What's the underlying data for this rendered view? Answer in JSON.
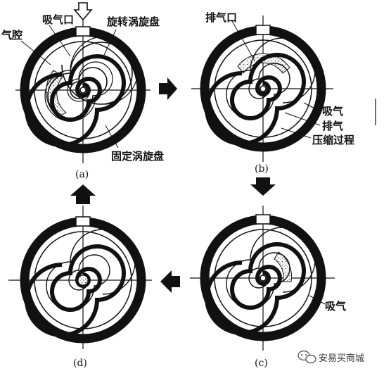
{
  "labels": {
    "inlet": "吸气口",
    "chamber": "气腔",
    "orbiting_scroll": "旋转涡旋盘",
    "fixed_scroll": "固定涡旋盘",
    "outlet": "排气口",
    "suction_b": "吸气",
    "discharge": "排气",
    "compression": "压缩过程",
    "suction_c": "吸气"
  },
  "captions": {
    "a": "(a)",
    "b": "(b)",
    "c": "(c)",
    "d": "(d)"
  },
  "watermark": "安易买商城",
  "icons": {
    "inlet_arrow": "down-arrow-icon",
    "flow_right": "right-arrow-icon",
    "flow_down": "down-arrow-icon",
    "flow_left": "left-arrow-icon",
    "flow_up": "up-arrow-icon",
    "watermark_logo": "wechat-logo-icon"
  },
  "colors": {
    "ink": "#111111",
    "paper": "#ffffff",
    "gas": "#b8b8b8"
  }
}
